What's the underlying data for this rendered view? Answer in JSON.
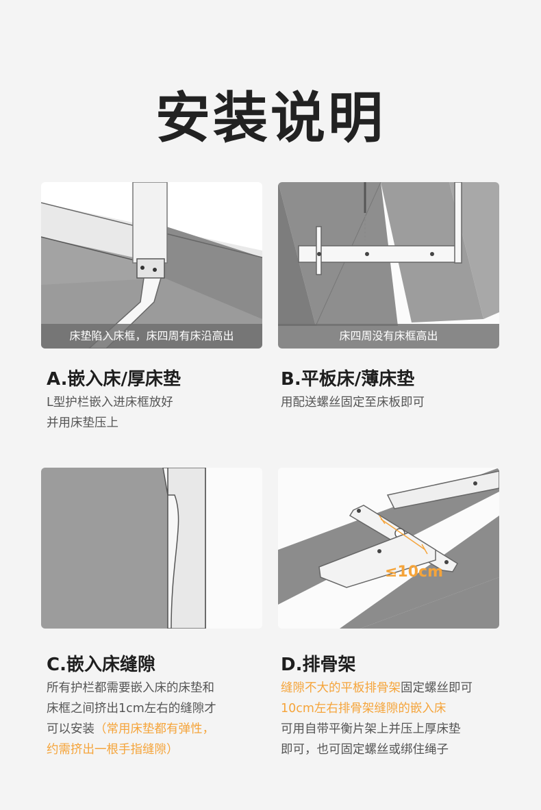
{
  "title": "安装说明",
  "sections": [
    {
      "caption": "床垫陷入床框，床四周有床沿高出",
      "heading": "A.嵌入床/厚床垫",
      "desc": [
        "L型护栏嵌入进床框放好",
        "并用床垫压上"
      ]
    },
    {
      "caption": "床四周没有床框高出",
      "heading": "B.平板床/薄床垫",
      "desc": [
        "用配送螺丝固定至床板即可"
      ]
    },
    {
      "heading": "C.嵌入床缝隙",
      "desc_lines": [
        {
          "normal": "所有护栏都需要嵌入床的床垫和"
        },
        {
          "normal": "床框之间挤出1cm左右的缝隙才"
        },
        {
          "normal": "可以安装",
          "highlight": "（常用床垫都有弹性，"
        },
        {
          "highlight": "约需挤出一根手指缝隙）"
        }
      ]
    },
    {
      "heading": "D.排骨架",
      "measure_label": "≤10cm",
      "desc_lines": [
        {
          "highlight": "缝隙不大的平板排骨架",
          "normal": "固定螺丝即可"
        },
        {
          "highlight": "10cm左右排骨架缝隙的嵌入床"
        },
        {
          "normal": "可用自带平衡片架上并压上厚床垫"
        },
        {
          "normal": "即可，也可固定螺丝或绑住绳子"
        }
      ]
    }
  ],
  "colors": {
    "accent": "#f5a43a",
    "caption_bg": "#6e6e6e",
    "panel_gray": "#9a9a9a"
  }
}
